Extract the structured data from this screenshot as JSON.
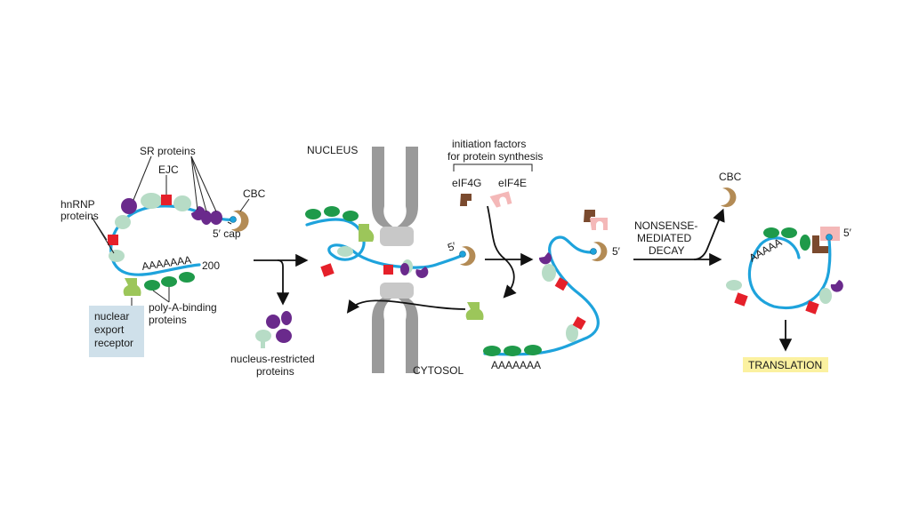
{
  "labels": {
    "sr_proteins": "SR proteins",
    "ejc": "EJC",
    "hnrnp_1": "hnRNP",
    "hnrnp_2": "proteins",
    "cbc_1": "CBC",
    "cap": "5′ cap",
    "polya_tail_1": "AAAAAAA",
    "polya_length": "200",
    "pabp_1": "poly-A-binding",
    "pabp_2": "proteins",
    "export_1": "nuclear",
    "export_2": "export",
    "export_3": "receptor",
    "restricted_1": "nucleus-restricted",
    "restricted_2": "proteins",
    "nucleus": "NUCLEUS",
    "cytosol": "CYTOSOL",
    "five_prime_2": "5′",
    "init_1": "initiation factors",
    "init_2": "for protein synthesis",
    "eif4g": "eIF4G",
    "eif4e": "eIF4E",
    "five_prime_3": "5′",
    "polya_tail_3": "AAAAAAA",
    "nmd_1": "NONSENSE-",
    "nmd_2": "MEDIATED",
    "nmd_3": "DECAY",
    "cbc_2": "CBC",
    "polya_tail_4": "AAAAA",
    "five_prime_4": "5′",
    "translation": "TRANSLATION"
  },
  "colors": {
    "mrna": "#1ea3dc",
    "sr_protein": "#6a2a8c",
    "ejc": "#e5202a",
    "hnrnp": "#b7dcc6",
    "cbc": "#b38b55",
    "pabp": "#1f9a4a",
    "export_receptor": "#9cc65a",
    "eif4g": "#7a4a2e",
    "eif4e": "#f4b8b8",
    "pore": "#9a9a9a",
    "label_box": "#cfe0ea",
    "translation_box": "#fbf1a0"
  }
}
